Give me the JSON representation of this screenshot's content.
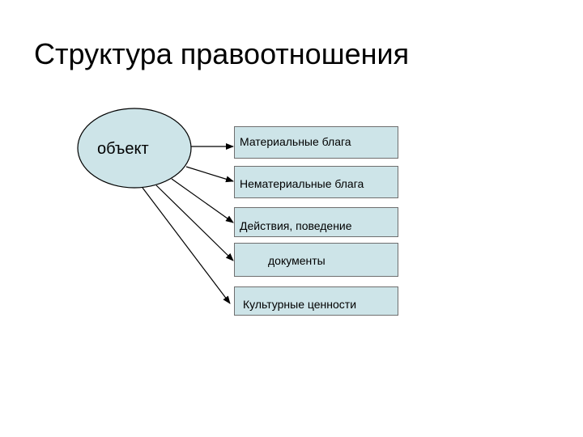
{
  "title": "Структура правоотношения",
  "source": {
    "label": "объект"
  },
  "targets": [
    {
      "label": "Материальные блага"
    },
    {
      "label": "Нематериальные блага"
    },
    {
      "label": "Действия, поведение"
    },
    {
      "label": "документы"
    },
    {
      "label": "Культурные ценности"
    }
  ],
  "colors": {
    "fill": "#cde4e8",
    "stroke": "#000000",
    "box_border": "#6f6f6f"
  }
}
